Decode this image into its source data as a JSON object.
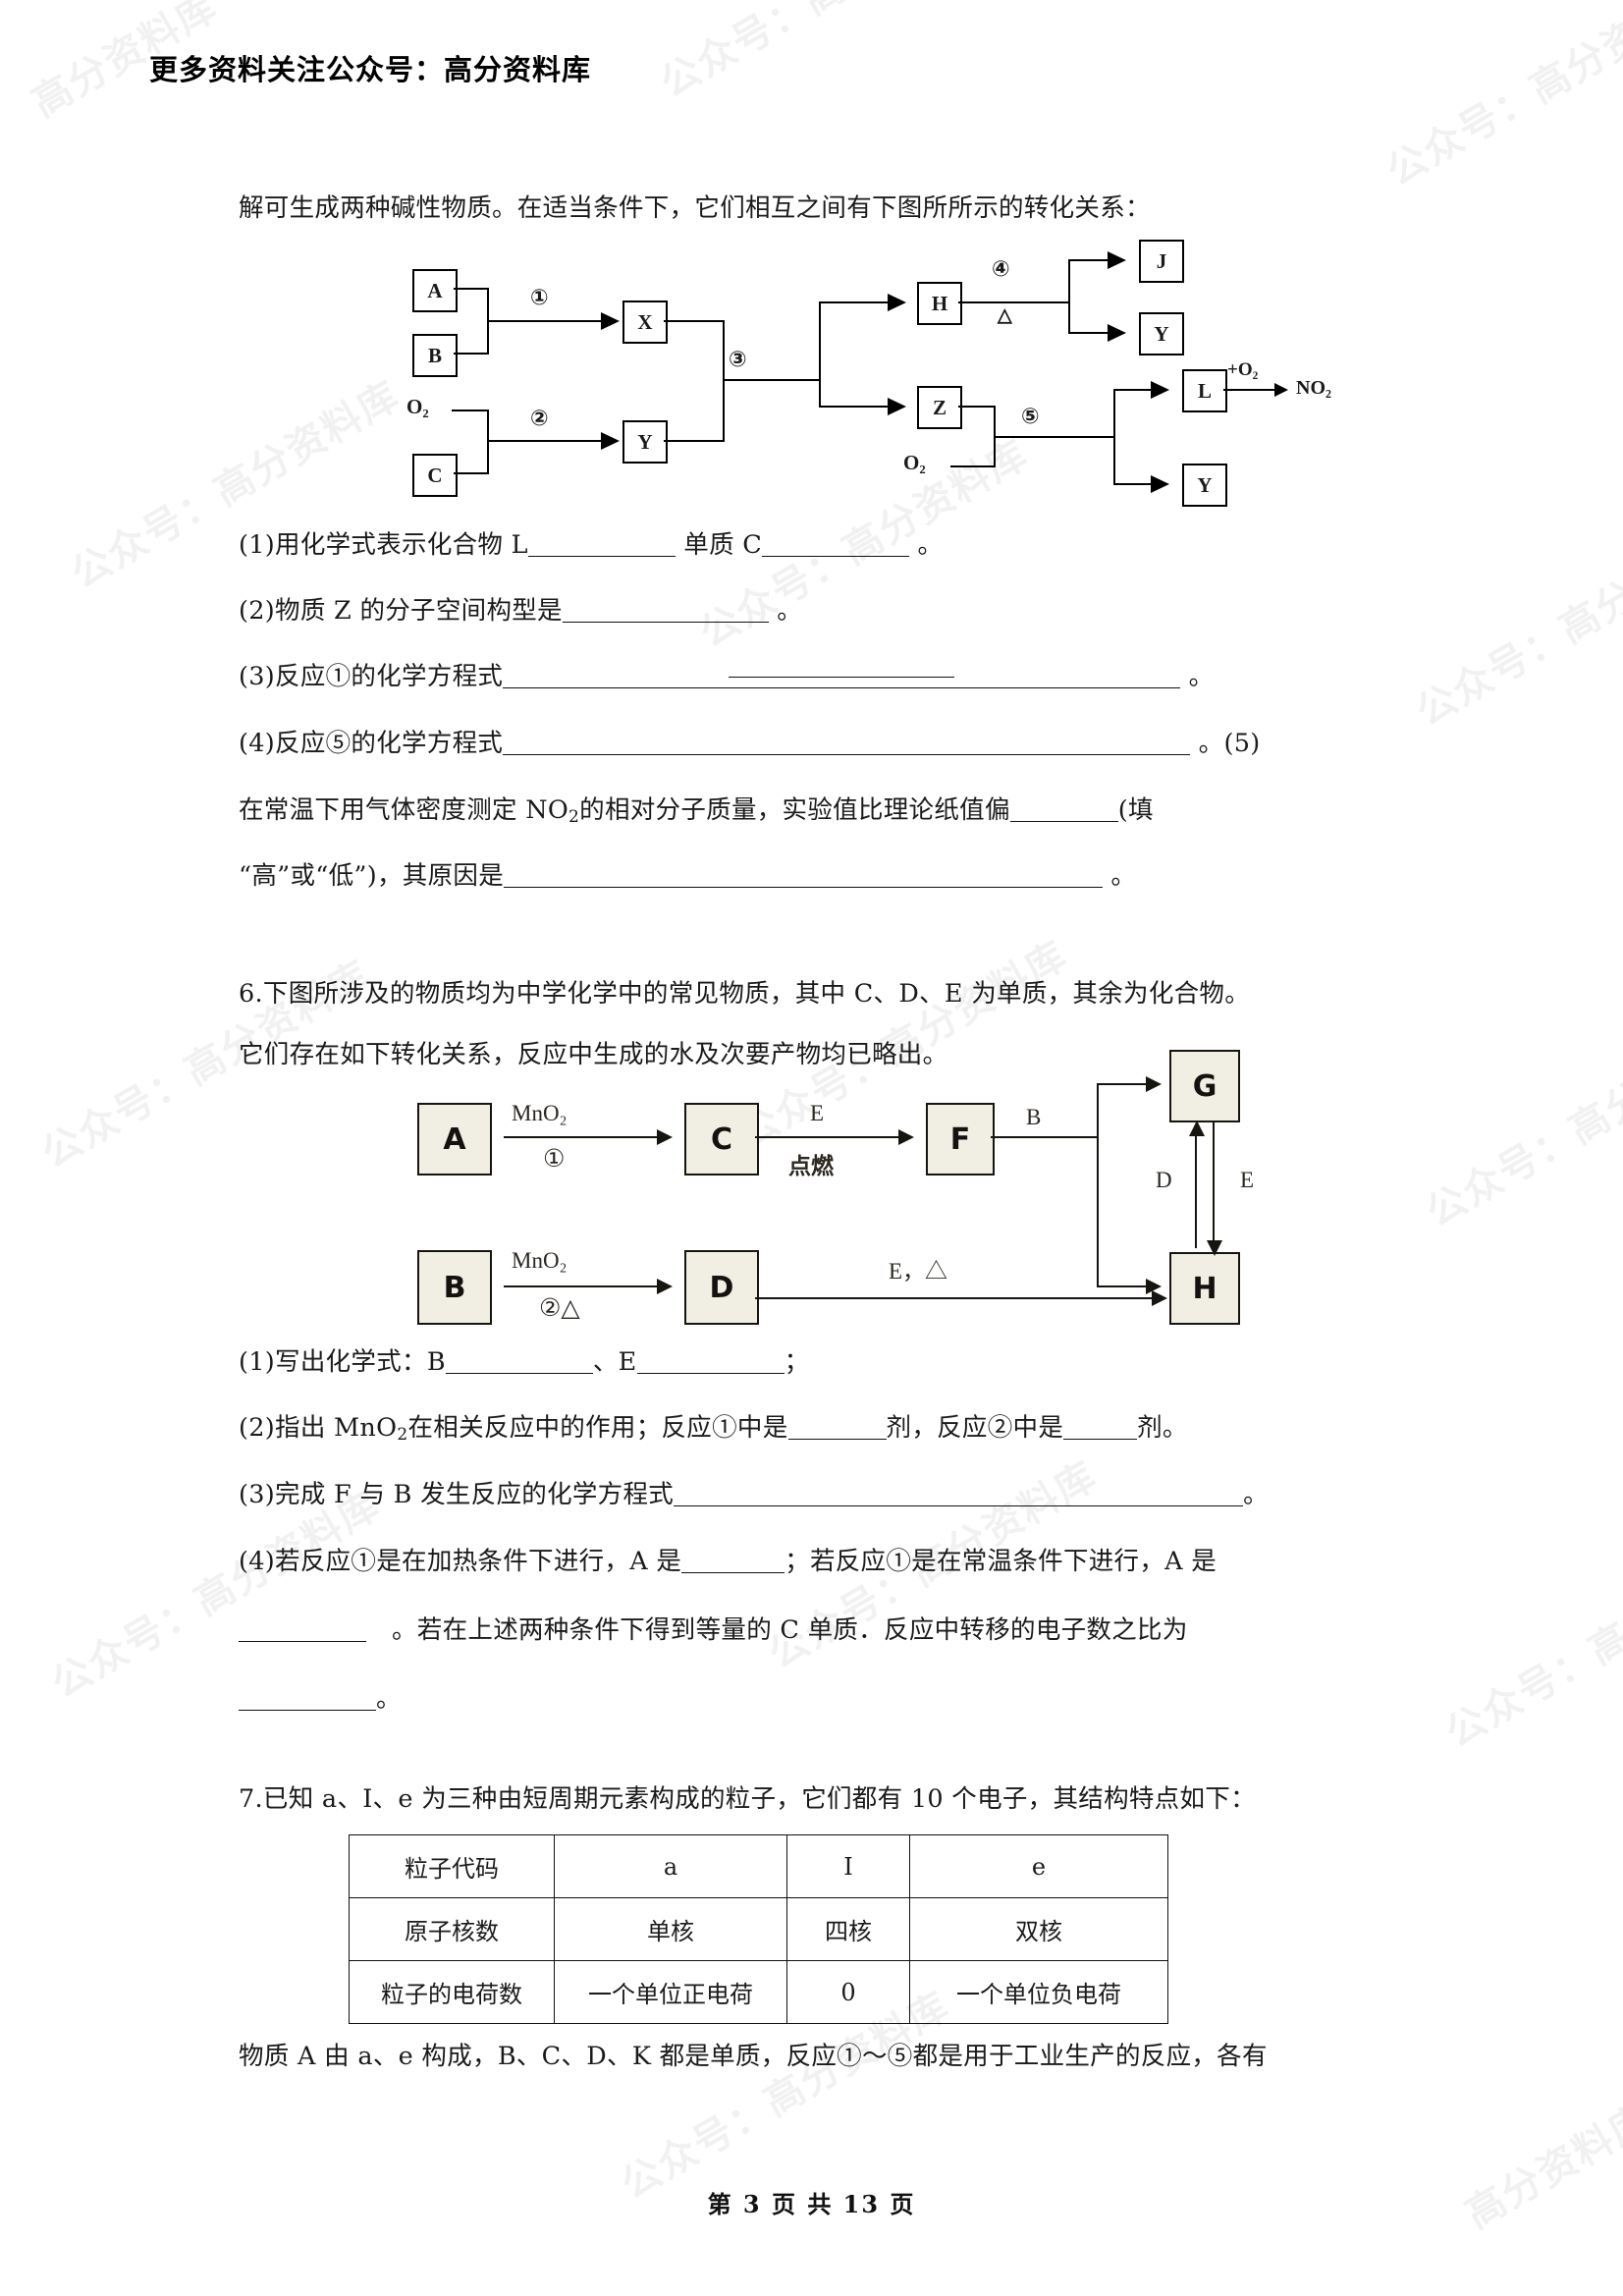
{
  "header": {
    "text": "更多资料关注公众号：高分资料库"
  },
  "watermark": {
    "text": "公众号：高分资料库",
    "short": "高分资料库"
  },
  "body": {
    "intro_line": "解可生成两种碱性物质。在适当条件下，它们相互之间有下图所所示的转化关系：",
    "q5": {
      "p1_pre": "(1)用化学式表示化合物 L",
      "p1_mid": "单质 C",
      "p1_end": "。",
      "p2_pre": "(2)物质 Z 的分子空间构型是",
      "p2_end": "。",
      "p3_pre": "(3)反应①的化学方程式",
      "p3_end": "。",
      "p4_pre": "(4)反应⑤的化学方程式",
      "p4_end": "。(5)",
      "p5a_pre": "在常温下用气体密度测定 NO",
      "p5a_sub": "2",
      "p5a_mid": "的相对分子质量，实验值比理论纸值偏",
      "p5a_end": "(填",
      "p5b_pre": "“高”或“低”)，其原因是",
      "p5b_end": "。"
    },
    "q6": {
      "stem_l1": "6.下图所涉及的物质均为中学化学中的常见物质，其中 C、D、E 为单质，其余为化合物。",
      "stem_l2": "它们存在如下转化关系，反应中生成的水及次要产物均已略出。",
      "p1_pre": "(1)写出化学式：B",
      "p1_mid": "、E",
      "p1_end": "；",
      "p2_pre": "(2)指出 MnO",
      "p2_sub": "2",
      "p2_mid": "在相关反应中的作用；反应①中是",
      "p2_mid2": "剂，反应②中是",
      "p2_end": "剂。",
      "p3_pre": "(3)完成 F 与 B 发生反应的化学方程式",
      "p3_end": "。",
      "p4_pre": "(4)若反应①是在加热条件下进行，A 是",
      "p4_mid": "；若反应①是在常温条件下进行，A 是",
      "p4_l2_mid": "。若在上述两种条件下得到等量的 C 单质．反应中转移的电子数之比为",
      "p4_l3_end": "。"
    },
    "q7": {
      "stem": "7.已知 a、I、e 为三种由短周期元素构成的粒子，它们都有 10 个电子，其结构特点如下：",
      "after_table": "物质 A 由 a、e 构成，B、C、D、K 都是单质，反应①～⑤都是用于工业生产的反应，各有"
    }
  },
  "table": {
    "rows": [
      [
        "粒子代码",
        "a",
        "I",
        "e"
      ],
      [
        "原子核数",
        "单核",
        "四核",
        "双核"
      ],
      [
        "粒子的电荷数",
        "一个单位正电荷",
        "0",
        "一个单位负电荷"
      ]
    ]
  },
  "diagram1": {
    "boxes": {
      "A": "A",
      "B": "B",
      "C": "C",
      "X": "X",
      "Y1": "Y",
      "H": "H",
      "Z": "Z",
      "J": "J",
      "Y2": "Y",
      "L": "L",
      "Y3": "Y"
    },
    "labels": {
      "o2_left": "O₂",
      "o2_mid": "O₂",
      "plus_o2": "+O₂",
      "no2": "NO₂",
      "delta": "△"
    },
    "steps": {
      "s1": "①",
      "s2": "②",
      "s3": "③",
      "s4": "④",
      "s5": "⑤"
    }
  },
  "diagram2": {
    "boxes": {
      "A": "A",
      "B": "B",
      "C": "C",
      "D": "D",
      "F": "F",
      "G": "G",
      "H": "H"
    },
    "labels": {
      "mno2_top": "MnO₂",
      "mno2_bottom": "MnO₂",
      "step1": "①",
      "step2": "②△",
      "e_top": "E",
      "ignite": "点燃",
      "b_right": "B",
      "e_delta": "E，△",
      "d_vert": "D",
      "e_vert": "E"
    }
  },
  "footer": {
    "text": "第 3 页 共 13 页"
  },
  "colors": {
    "ink": "#111111",
    "box_fill_d2": "#f1eee3",
    "watermark": "rgba(0,0,0,0.055)"
  }
}
